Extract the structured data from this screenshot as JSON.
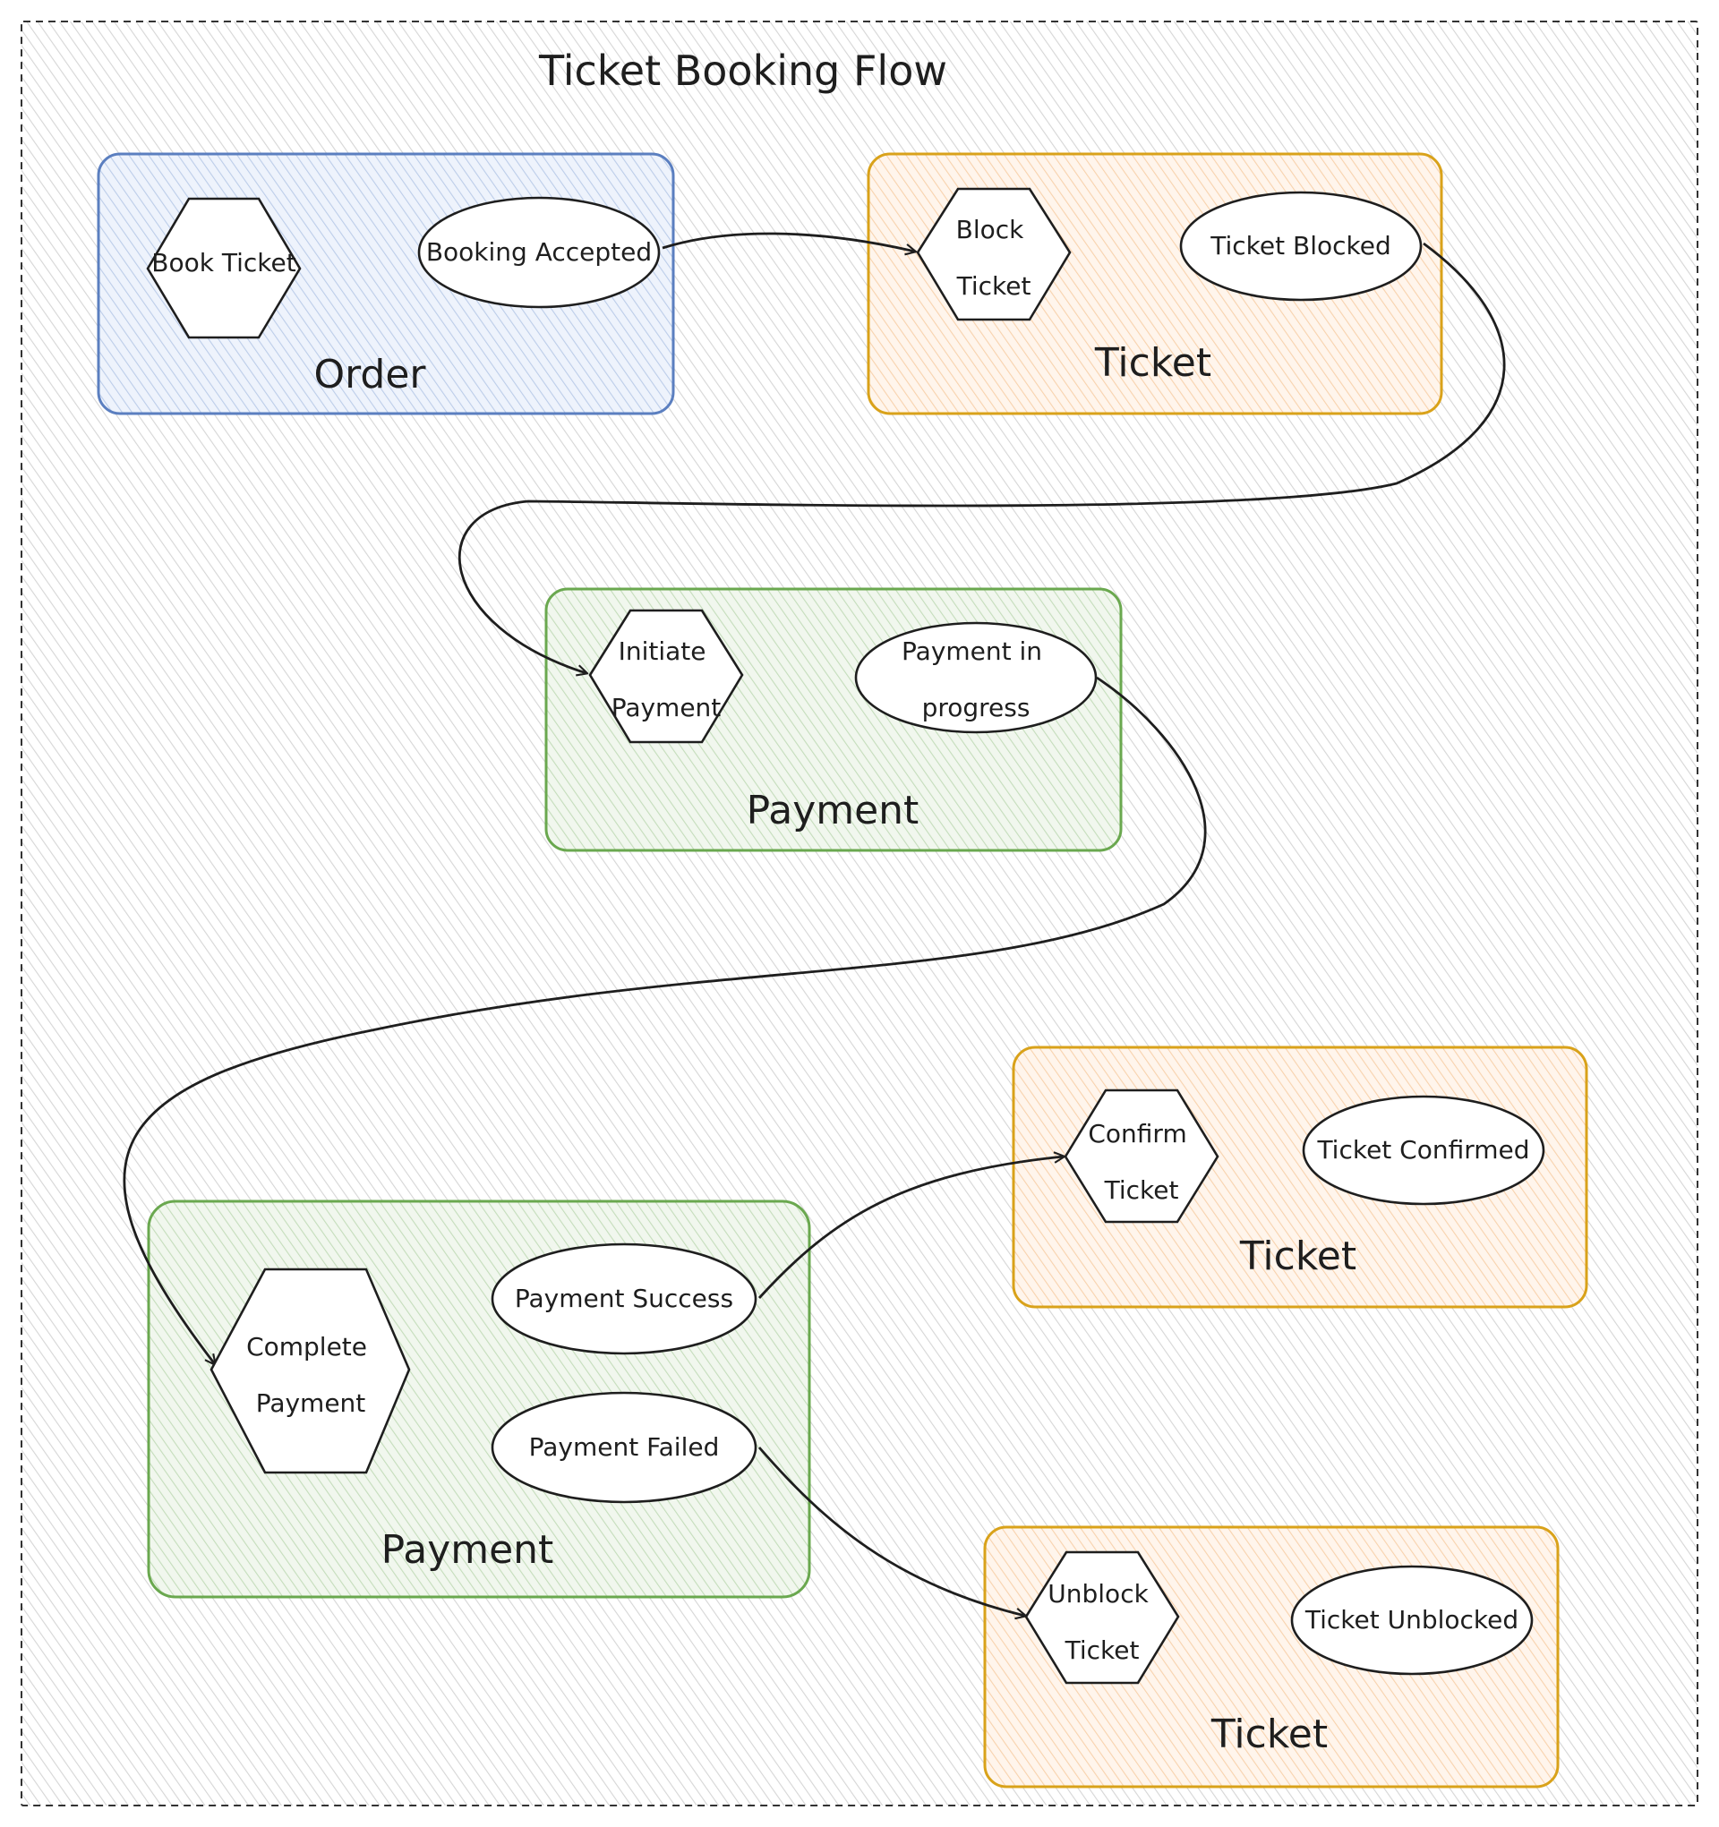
{
  "title": "Ticket Booking Flow",
  "colors": {
    "order": "#4a6fb5",
    "ticket": "#d9a21a",
    "payment": "#6aa84f",
    "stroke": "#1e1e1e"
  },
  "groups": {
    "order": {
      "label": "Order",
      "color": "order"
    },
    "ticket_1": {
      "label": "Ticket",
      "color": "ticket"
    },
    "payment_1": {
      "label": "Payment",
      "color": "payment"
    },
    "payment_2": {
      "label": "Payment",
      "color": "payment"
    },
    "ticket_2": {
      "label": "Ticket",
      "color": "ticket"
    },
    "ticket_3": {
      "label": "Ticket",
      "color": "ticket"
    }
  },
  "nodes": {
    "book_ticket": {
      "shape": "hexagon",
      "lines": [
        "Book Ticket"
      ]
    },
    "booking_accepted": {
      "shape": "ellipse",
      "lines": [
        "Booking Accepted"
      ]
    },
    "block_ticket": {
      "shape": "hexagon",
      "lines": [
        "Block",
        "Ticket"
      ]
    },
    "ticket_blocked": {
      "shape": "ellipse",
      "lines": [
        "Ticket Blocked"
      ]
    },
    "initiate_payment": {
      "shape": "hexagon",
      "lines": [
        "Initiate",
        "Payment"
      ]
    },
    "payment_in_progress": {
      "shape": "ellipse",
      "lines": [
        "Payment in",
        "progress"
      ]
    },
    "complete_payment": {
      "shape": "hexagon",
      "lines": [
        "Complete",
        "Payment"
      ]
    },
    "payment_success": {
      "shape": "ellipse",
      "lines": [
        "Payment Success"
      ]
    },
    "payment_failed": {
      "shape": "ellipse",
      "lines": [
        "Payment Failed"
      ]
    },
    "confirm_ticket": {
      "shape": "hexagon",
      "lines": [
        "Confirm",
        "Ticket"
      ]
    },
    "ticket_confirmed": {
      "shape": "ellipse",
      "lines": [
        "Ticket Confirmed"
      ]
    },
    "unblock_ticket": {
      "shape": "hexagon",
      "lines": [
        "Unblock",
        "Ticket"
      ]
    },
    "ticket_unblocked": {
      "shape": "ellipse",
      "lines": [
        "Ticket Unblocked"
      ]
    }
  },
  "edges": [
    {
      "from": "booking_accepted",
      "to": "block_ticket"
    },
    {
      "from": "ticket_blocked",
      "to": "initiate_payment"
    },
    {
      "from": "payment_in_progress",
      "to": "complete_payment"
    },
    {
      "from": "payment_success",
      "to": "confirm_ticket"
    },
    {
      "from": "payment_failed",
      "to": "unblock_ticket"
    }
  ]
}
